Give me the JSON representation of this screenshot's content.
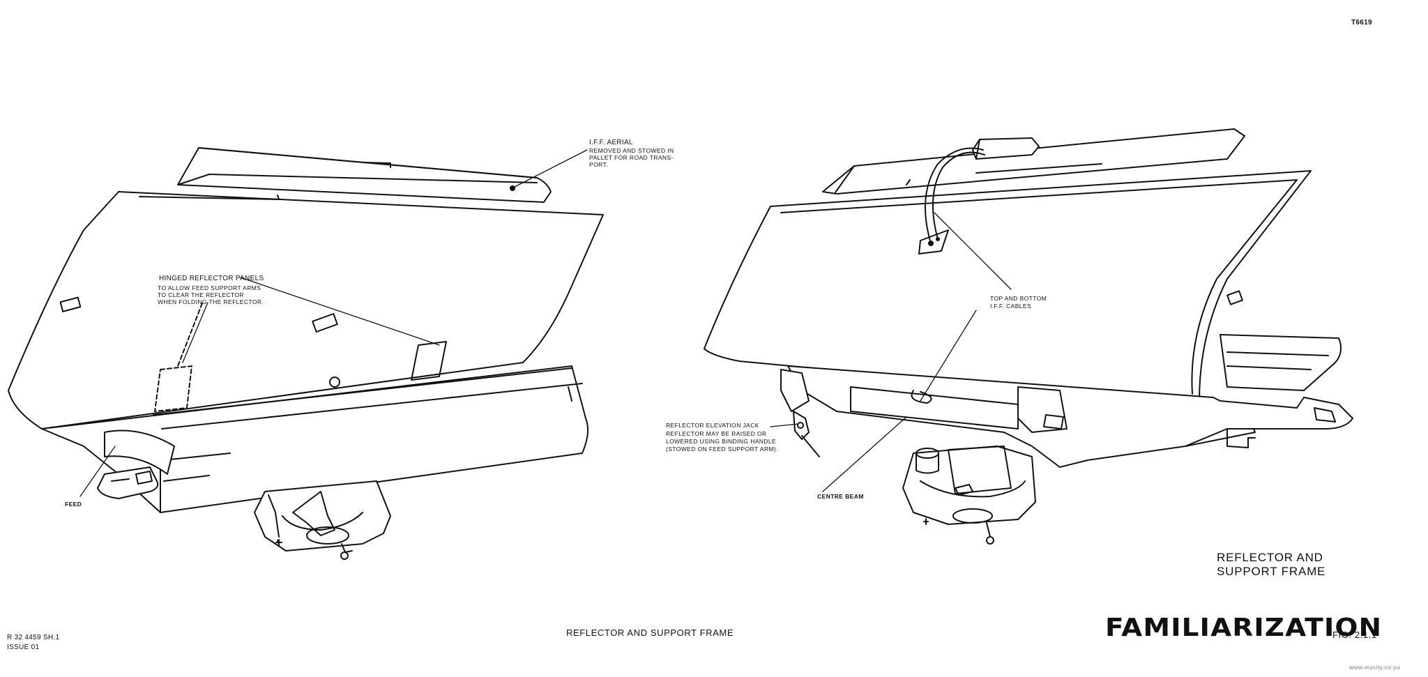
{
  "header": {
    "drawing_code": "T6619"
  },
  "left_view": {
    "iff_aerial": {
      "title": "I.F.F. AERIAL",
      "note_line1": "REMOVED AND STOWED IN",
      "note_line2": "PALLET FOR ROAD TRANS-",
      "note_line3": "PORT."
    },
    "hinged_panels": {
      "title": "HINGED REFLECTOR PANELS",
      "note_line1": "TO ALLOW FEED SUPPORT ARMS",
      "note_line2": "TO CLEAR THE REFLECTOR",
      "note_line3": "WHEN FOLDING THE REFLECTOR."
    },
    "feed_label": "FEED"
  },
  "right_view": {
    "iff_cables": {
      "line1": "TOP AND BOTTOM",
      "line2": "I.F.F. CABLES"
    },
    "elevation_jack": {
      "title": "REFLECTOR ELEVATION JACK",
      "note_line1": "REFLECTOR MAY BE RAISED OR",
      "note_line2": "LOWERED USING BINDING HANDLE",
      "note_line3": "(STOWED ON FEED SUPPORT ARM)."
    },
    "centre_beam_label": "CENTRE BEAM",
    "caption_line1": "REFLECTOR AND",
    "caption_line2": "SUPPORT FRAME"
  },
  "footer": {
    "ref_line1": "R 32 4459 SH.1",
    "ref_line2": "ISSUE 01",
    "center_title": "REFLECTOR AND SUPPORT FRAME",
    "section_title": "FAMILIARIZATION",
    "figure_number": "FIG. 2.1.1",
    "watermark": "www.mycity.co.yu"
  }
}
